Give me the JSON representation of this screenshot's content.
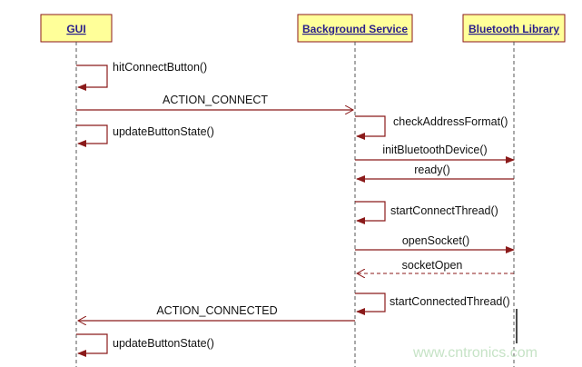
{
  "colors": {
    "participant_fill": "#ffff99",
    "participant_border": "#8b1a1a",
    "participant_text": "#2a1f8a",
    "message_line": "#8b1a1a",
    "lifeline": "#555555",
    "watermark": "#c6e3c6"
  },
  "participants": [
    {
      "name": "GUI"
    },
    {
      "name": "Background Service"
    },
    {
      "name": "Bluetooth Library"
    }
  ],
  "messages": [
    {
      "label": "hitConnectButton()",
      "from": 0,
      "to": 0,
      "kind": "self"
    },
    {
      "label": "ACTION_CONNECT",
      "from": 0,
      "to": 1,
      "kind": "async"
    },
    {
      "label": "updateButtonState()",
      "from": 0,
      "to": 0,
      "kind": "self"
    },
    {
      "label": "checkAddressFormat()",
      "from": 1,
      "to": 1,
      "kind": "self"
    },
    {
      "label": "initBluetoothDevice()",
      "from": 1,
      "to": 2,
      "kind": "sync"
    },
    {
      "label": "ready()",
      "from": 2,
      "to": 1,
      "kind": "sync"
    },
    {
      "label": "startConnectThread()",
      "from": 1,
      "to": 1,
      "kind": "self"
    },
    {
      "label": "openSocket()",
      "from": 1,
      "to": 2,
      "kind": "sync"
    },
    {
      "label": "socketOpen",
      "from": 2,
      "to": 1,
      "kind": "return"
    },
    {
      "label": "startConnectedThread()",
      "from": 1,
      "to": 1,
      "kind": "self"
    },
    {
      "label": "ACTION_CONNECTED",
      "from": 1,
      "to": 0,
      "kind": "async"
    },
    {
      "label": "updateButtonState()",
      "from": 0,
      "to": 0,
      "kind": "self"
    }
  ],
  "watermark": "www.cntronics.com"
}
